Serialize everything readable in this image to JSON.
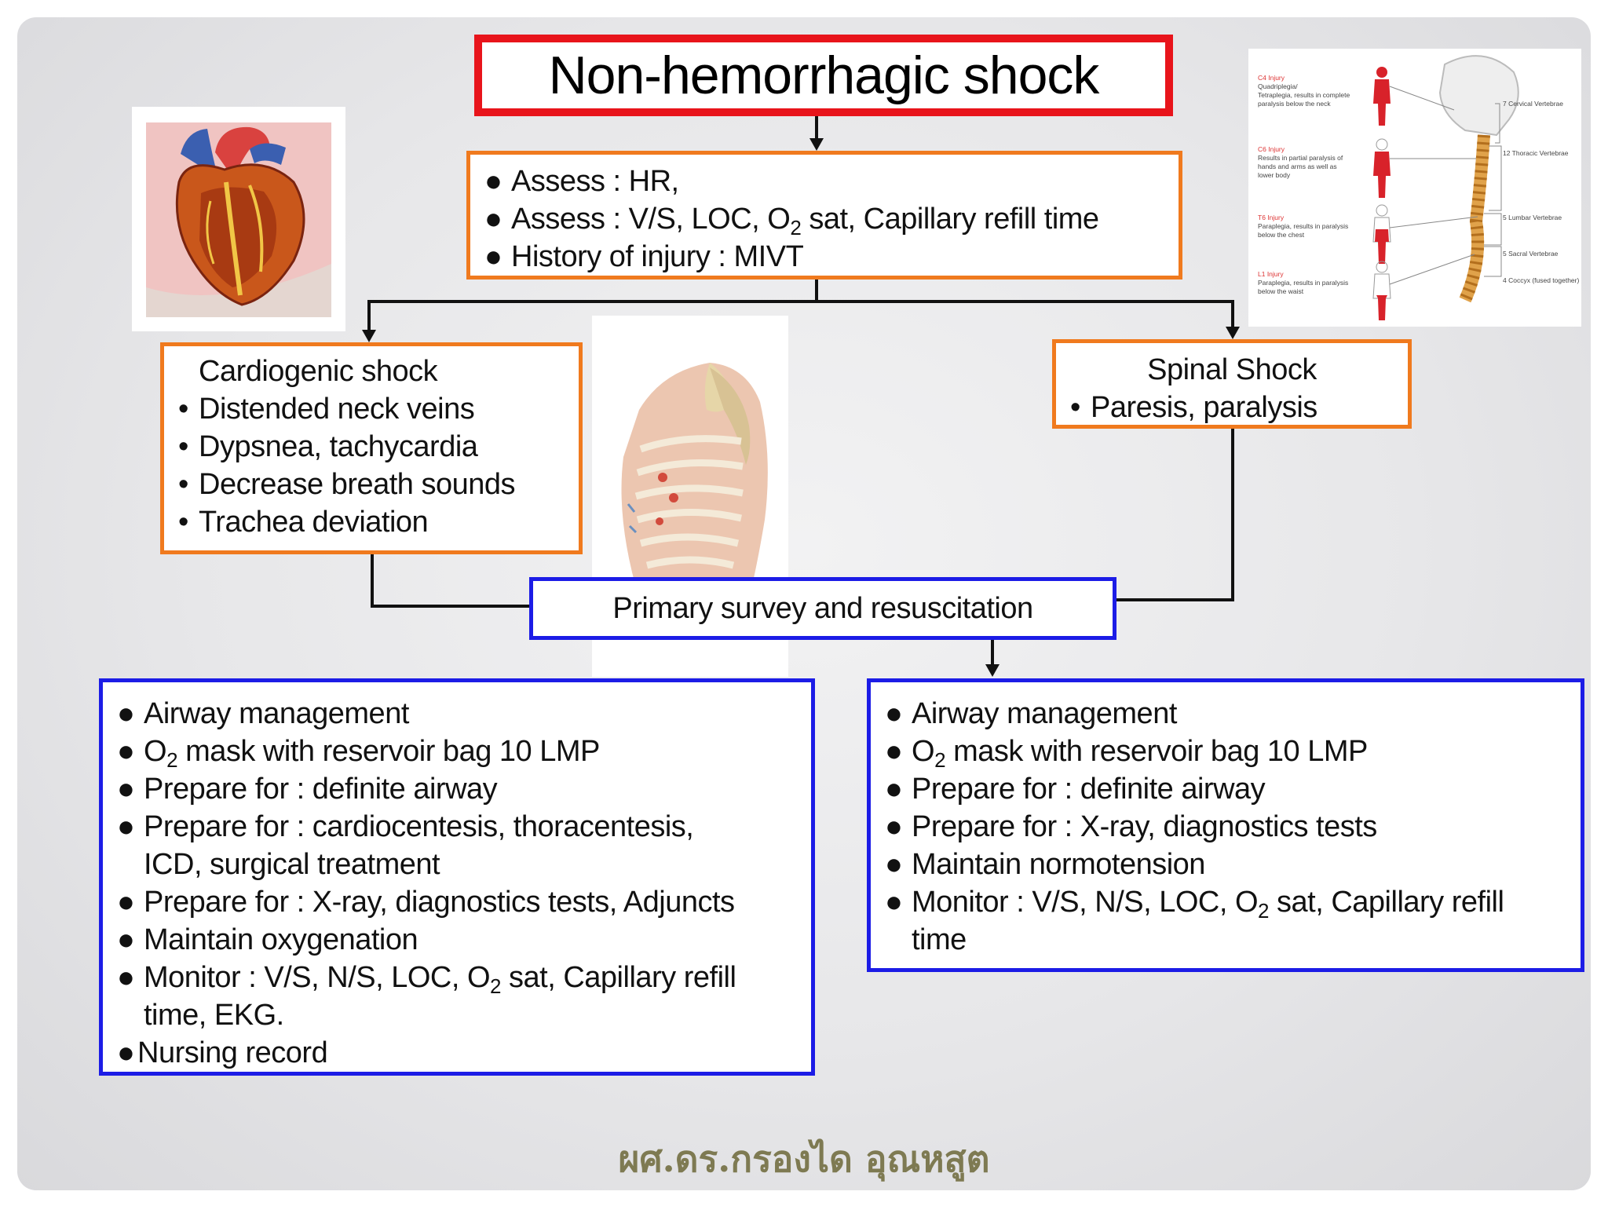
{
  "title": "Non-hemorrhagic shock",
  "assess": {
    "line1": "Assess : HR,",
    "line2_before": "Assess : V/S, LOC, O",
    "line2_sub": "2",
    "line2_after": " sat, Capillary refill time",
    "line3": "History of injury : MIVT"
  },
  "cardiogenic": {
    "heading": "Cardiogenic shock",
    "items": [
      "Distended neck veins",
      "Dypsnea, tachycardia",
      "Decrease breath sounds",
      "Trachea deviation"
    ]
  },
  "spinal": {
    "heading": "Spinal Shock",
    "items": [
      "Paresis, paralysis"
    ]
  },
  "primary_survey": "Primary survey and resuscitation",
  "left_list": {
    "item1": "Airway management",
    "item2_before": "O",
    "item2_sub": "2",
    "item2_after": " mask with reservoir bag 10 LMP",
    "item3": "Prepare for : definite airway",
    "item4_line1": "Prepare for : cardiocentesis, thoracentesis,",
    "item4_line2": "ICD, surgical treatment",
    "item5": "Prepare for : X-ray, diagnostics tests, Adjuncts",
    "item6": "Maintain oxygenation",
    "item7_before": "Monitor : V/S, N/S,  LOC, O",
    "item7_sub": "2",
    "item7_after": " sat, Capillary refill",
    "item7_line2": "time,  EKG.",
    "item8": "Nursing record"
  },
  "right_list": {
    "item1": "Airway management",
    "item2_before": "O",
    "item2_sub": "2",
    "item2_after": " mask with reservoir bag 10 LMP",
    "item3": "Prepare for : definite airway",
    "item4": "Prepare for : X-ray, diagnostics tests",
    "item5": "Maintain normotension",
    "item6_before": "Monitor : V/S, N/S,  LOC, O",
    "item6_sub": "2",
    "item6_after": " sat, Capillary refill",
    "item6_line2": "time"
  },
  "spine_figure": {
    "injuries": [
      {
        "title": "C4 Injury",
        "line1": "Quadriplegia/",
        "line2": "Tetraplegia, results in complete",
        "line3": "paralysis below the neck"
      },
      {
        "title": "C6 Injury",
        "line1": "Results in partial paralysis of",
        "line2": "hands and arms as well as",
        "line3": "lower body"
      },
      {
        "title": "T6 Injury",
        "line1": "Paraplegia, results in paralysis",
        "line2": "below the chest",
        "line3": ""
      },
      {
        "title": "L1 Injury",
        "line1": "Paraplegia, results in paralysis",
        "line2": "below the waist",
        "line3": ""
      }
    ],
    "vertebrae": [
      "7 Cervical Vertebrae",
      "12 Thoracic Vertebrae",
      "5 Lumbar Vertebrae",
      "5 Sacral Vertebrae",
      "4 Coccyx (fused together)"
    ]
  },
  "footer": "ผศ.ดร.กรองได อุณหสูต",
  "colors": {
    "title_border": "#e8141b",
    "orange_border": "#f07a1e",
    "blue_border": "#1c1ce6",
    "footer_text": "#7e7a52",
    "background": "#e7e7e9"
  }
}
